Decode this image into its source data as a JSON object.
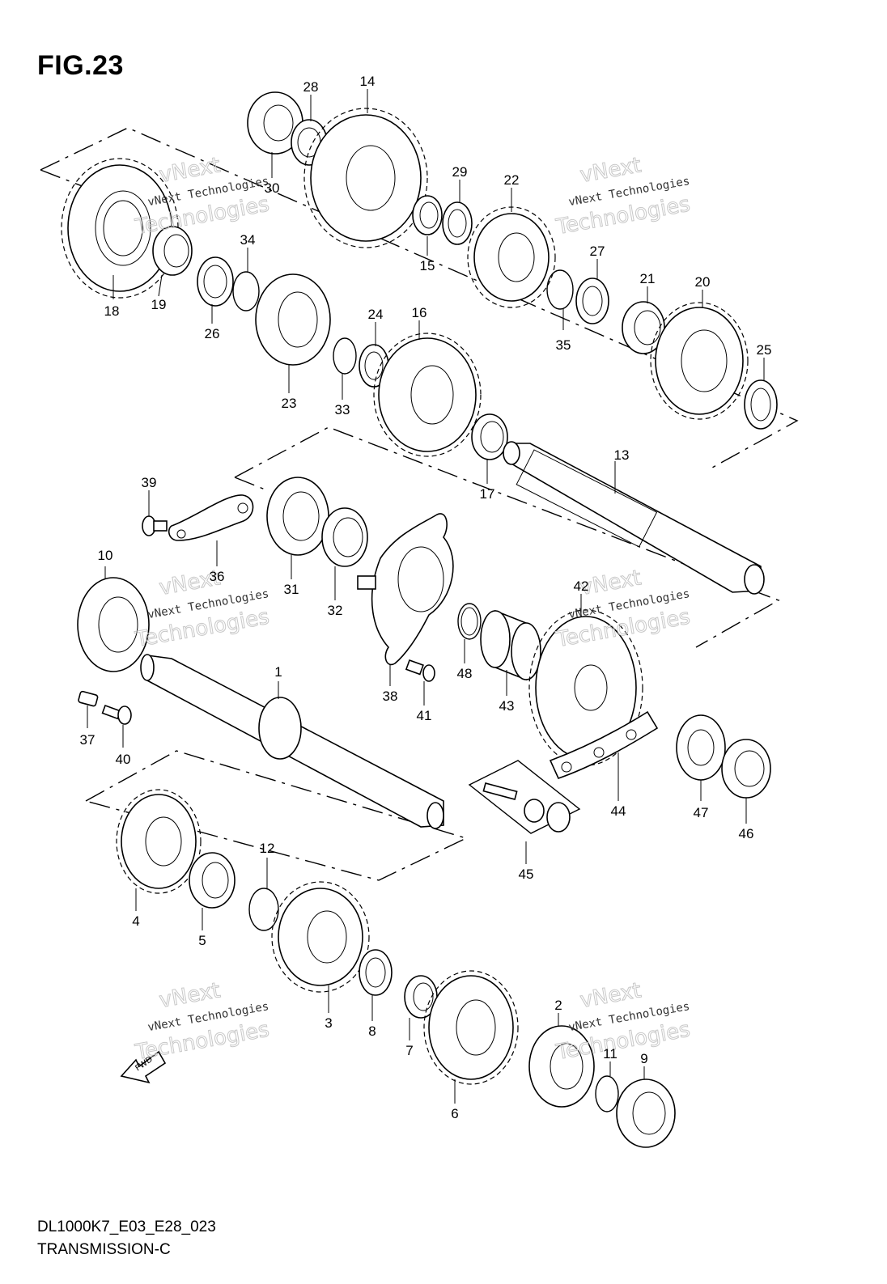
{
  "figure": {
    "title": "FIG.23",
    "code": "DL1000K7_E03_E28_023",
    "name": "TRANSMISSION-C"
  },
  "watermark": {
    "line1": "vNext",
    "line2": "vNext Technologies",
    "line3": "Technologies"
  },
  "direction_marker": "FWD",
  "parts": [
    {
      "id": "p1",
      "label": "1"
    },
    {
      "id": "p2",
      "label": "2"
    },
    {
      "id": "p3",
      "label": "3"
    },
    {
      "id": "p4",
      "label": "4"
    },
    {
      "id": "p5",
      "label": "5"
    },
    {
      "id": "p6",
      "label": "6"
    },
    {
      "id": "p7",
      "label": "7"
    },
    {
      "id": "p8",
      "label": "8"
    },
    {
      "id": "p9",
      "label": "9"
    },
    {
      "id": "p10",
      "label": "10"
    },
    {
      "id": "p11",
      "label": "11"
    },
    {
      "id": "p12",
      "label": "12"
    },
    {
      "id": "p13",
      "label": "13"
    },
    {
      "id": "p14",
      "label": "14"
    },
    {
      "id": "p15",
      "label": "15"
    },
    {
      "id": "p16",
      "label": "16"
    },
    {
      "id": "p17",
      "label": "17"
    },
    {
      "id": "p18",
      "label": "18"
    },
    {
      "id": "p19",
      "label": "19"
    },
    {
      "id": "p20",
      "label": "20"
    },
    {
      "id": "p21",
      "label": "21"
    },
    {
      "id": "p22",
      "label": "22"
    },
    {
      "id": "p23",
      "label": "23"
    },
    {
      "id": "p24",
      "label": "24"
    },
    {
      "id": "p25",
      "label": "25"
    },
    {
      "id": "p26",
      "label": "26"
    },
    {
      "id": "p27",
      "label": "27"
    },
    {
      "id": "p28",
      "label": "28"
    },
    {
      "id": "p29",
      "label": "29"
    },
    {
      "id": "p30",
      "label": "30"
    },
    {
      "id": "p31",
      "label": "31"
    },
    {
      "id": "p32",
      "label": "32"
    },
    {
      "id": "p33",
      "label": "33"
    },
    {
      "id": "p34",
      "label": "34"
    },
    {
      "id": "p35",
      "label": "35"
    },
    {
      "id": "p36",
      "label": "36"
    },
    {
      "id": "p37",
      "label": "37"
    },
    {
      "id": "p38",
      "label": "38"
    },
    {
      "id": "p39",
      "label": "39"
    },
    {
      "id": "p40",
      "label": "40"
    },
    {
      "id": "p41",
      "label": "41"
    },
    {
      "id": "p42",
      "label": "42"
    },
    {
      "id": "p43",
      "label": "43"
    },
    {
      "id": "p44",
      "label": "44"
    },
    {
      "id": "p45",
      "label": "45"
    },
    {
      "id": "p46",
      "label": "46"
    },
    {
      "id": "p47",
      "label": "47"
    },
    {
      "id": "p48",
      "label": "48"
    }
  ]
}
